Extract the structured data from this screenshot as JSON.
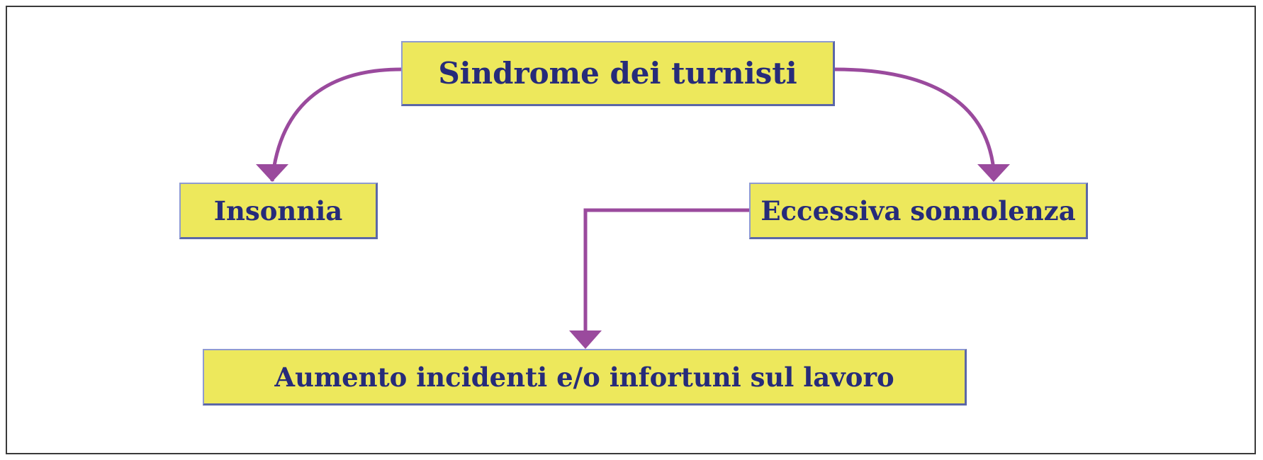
{
  "colors": {
    "box_fill": "#ede85c",
    "text": "#262b7a",
    "arrow": "#9a4a9d"
  },
  "nodes": {
    "root": "Sindrome dei turnisti",
    "left": "Insonnia",
    "right": "Eccessiva sonnolenza",
    "bottom": "Aumento incidenti e/o infortuni sul lavoro"
  }
}
